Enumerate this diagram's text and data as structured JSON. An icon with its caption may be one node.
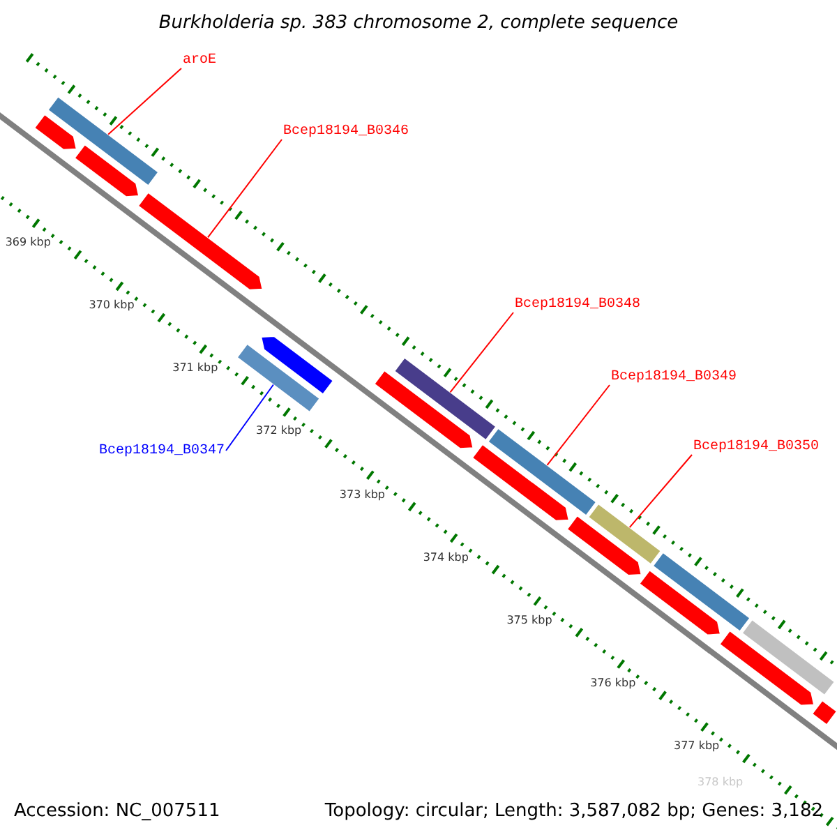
{
  "diagram": {
    "title": "Burkholderia sp. 383 chromosome 2, complete sequence",
    "nodes": [
      {
        "text": [
          "aroE"
        ]
      },
      {
        "text": [],
        "shape": "bar"
      },
      {
        "text": [
          "Bcep18194_B0346"
        ]
      },
      {
        "text": [],
        "shape": "arrow"
      },
      {
        "text": [
          "Bcep18194_B0348"
        ]
      },
      {
        "text": [],
        "shape": "bar"
      },
      {
        "text": [
          "Bcep18194_B0349"
        ]
      },
      {
        "text": [],
        "shape": "bar"
      },
      {
        "text": [
          "Bcep18194_B0350"
        ]
      },
      {
        "text": [],
        "shape": "bar"
      },
      {
        "text": [
          "Bcep18194_B0347"
        ]
      },
      {
        "text": [],
        "shape": "bar"
      },
      {
        "text": [],
        "shape": "arrow"
      },
      {
        "text": [],
        "shape": "arrow"
      },
      {
        "text": [],
        "shape": "arrow"
      },
      {
        "text": [],
        "shape": "arrow"
      },
      {
        "text": [],
        "shape": "arrow"
      },
      {
        "text": [],
        "shape": "arrow"
      },
      {
        "text": [],
        "shape": "arrow"
      },
      {
        "text": [],
        "shape": "bar"
      },
      {
        "text": [],
        "shape": "bar"
      },
      {
        "text": [],
        "shape": "bar"
      },
      {
        "text": [],
        "shape": "arrow"
      }
    ],
    "edges": [
      {
        "from": 0,
        "to": 1,
        "arrow": "none"
      },
      {
        "from": 2,
        "to": 3,
        "arrow": "none"
      },
      {
        "from": 4,
        "to": 5,
        "arrow": "none"
      },
      {
        "from": 6,
        "to": 7,
        "arrow": "none"
      },
      {
        "from": 8,
        "to": 9,
        "arrow": "none"
      },
      {
        "from": 10,
        "to": 11,
        "arrow": "none",
        "color": "#0000ff"
      }
    ],
    "labels": [
      "369 kbp",
      "370 kbp",
      "371 kbp",
      "372 kbp",
      "373 kbp",
      "374 kbp",
      "375 kbp",
      "376 kbp",
      "377 kbp",
      "378 kbp",
      "Accession: NC_007511",
      "Topology: circular; Length: 3,587,082 bp; Genes: 3,182"
    ]
  }
}
